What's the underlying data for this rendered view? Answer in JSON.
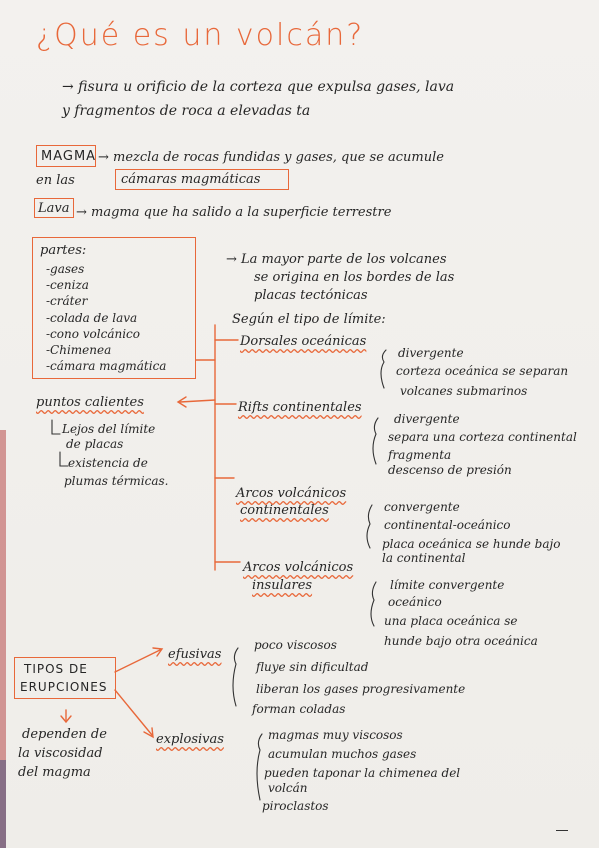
{
  "title": "¿Qué es un volcán?",
  "definition": {
    "line1": "→ fisura u orificio de la corteza que expulsa gases, lava",
    "line2": "y fragmentos de roca a elevadas ta"
  },
  "magma": {
    "label": "MAGMA",
    "text1": "→ mezcla de rocas fundidas y gases, que se acumule",
    "text2_prefix": "en las",
    "text2_box": "cámaras magmáticas"
  },
  "lava": {
    "label": "Lava",
    "text": "→ magma que ha salido a la superficie terrestre"
  },
  "partes": {
    "title": "partes:",
    "items": [
      "-gases",
      "-ceniza",
      "-cráter",
      "-colada de lava",
      "-cono volcánico",
      "-Chimenea",
      "-cámara magmática"
    ]
  },
  "origin": {
    "line1": "→ La mayor parte de los volcanes",
    "line2": "se origina en los bordes de las",
    "line3": "placas tectónicas"
  },
  "segun": "Según el tipo de límite:",
  "dorsales": {
    "title": "Dorsales oceánicas",
    "items": [
      "divergente",
      "corteza oceánica se separan",
      "volcanes submarinos"
    ]
  },
  "rifts": {
    "title": "Rifts continentales",
    "items": [
      "divergente",
      "separa una corteza continental",
      "fragmenta",
      "descenso de presión"
    ]
  },
  "arcos_cont": {
    "title1": "Arcos volcánicos",
    "title2": "continentales",
    "items": [
      "convergente",
      "continental-oceánico",
      "placa oceánica se hunde bajo",
      "la continental"
    ]
  },
  "arcos_ins": {
    "title1": "Arcos volcánicos",
    "title2": "insulares",
    "items": [
      "límite convergente",
      "oceánico",
      "una placa oceánica se",
      "hunde bajo otra oceánica"
    ]
  },
  "puntos": {
    "title": "puntos calientes",
    "line1": "Lejos del límite",
    "line2": "de placas",
    "line3": "existencia de",
    "line4": "plumas térmicas."
  },
  "erupciones": {
    "label1": "TIPOS DE",
    "label2": "ERUPCIONES",
    "note1": "dependen de",
    "note2": "la viscosidad",
    "note3": "del magma"
  },
  "efusivas": {
    "title": "efusivas",
    "items": [
      "poco viscosos",
      "fluye sin dificultad",
      "liberan los gases progresivamente",
      "forman coladas"
    ]
  },
  "explosivas": {
    "title": "explosivas",
    "items": [
      "magmas muy viscosos",
      "acumulan muchos gases",
      "pueden taponar la chimenea del",
      "volcán",
      "piroclastos"
    ]
  },
  "colors": {
    "accent": "#e8683a",
    "ink": "#262626",
    "paper": "#f1efec"
  }
}
